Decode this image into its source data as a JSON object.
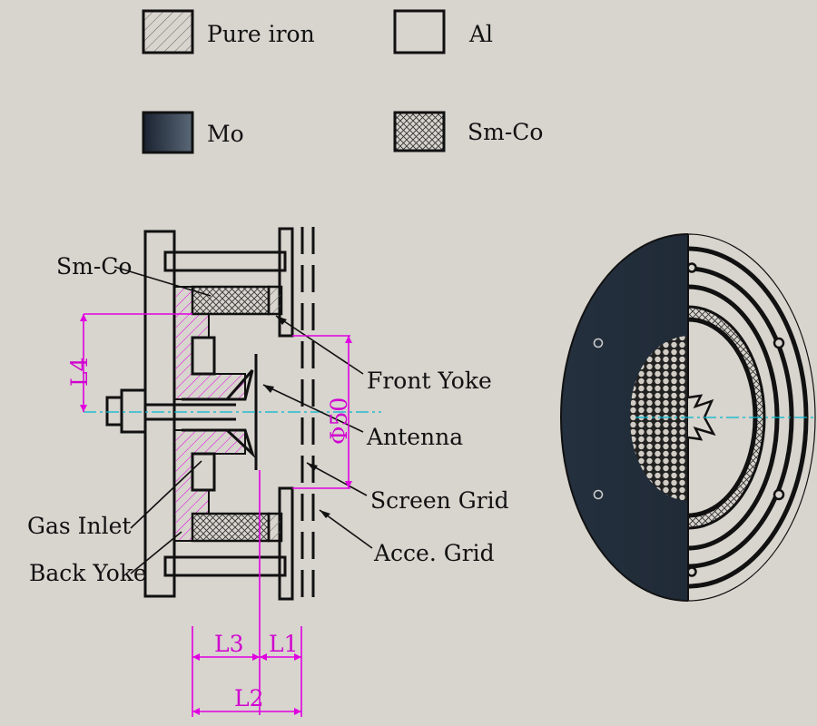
{
  "legend": {
    "pure_iron": "Pure iron",
    "al": "Al",
    "mo": "Mo",
    "smco": "Sm-Co"
  },
  "labels": {
    "smco": "Sm-Co",
    "front_yoke": "Front Yoke",
    "antenna": "Antenna",
    "screen_grid": "Screen Grid",
    "acce_grid": "Acce. Grid",
    "gas_inlet": "Gas Inlet",
    "back_yoke": "Back Yoke"
  },
  "dimensions": {
    "l1": "L1",
    "l2": "L2",
    "l3": "L3",
    "l4": "L4",
    "diameter": "Φ50"
  },
  "colors": {
    "dimension": "#e000e0",
    "centerline": "#00b8d0",
    "background": "#d8d4ce",
    "mo_dark": "#1a2230",
    "mo_light": "#5a6878"
  }
}
